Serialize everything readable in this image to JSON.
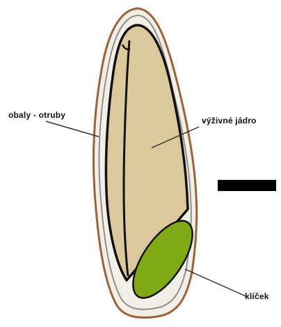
{
  "labels": {
    "bran": "obaly - otruby",
    "endosperm": "výživné jádro",
    "germ": "klíček"
  },
  "colors": {
    "outer_coat": "#a0603a",
    "coat_fill": "#f2efe7",
    "endosperm": "#dbc89b",
    "germ": "#7faa14",
    "outline": "#111111",
    "leader": "#333333",
    "bar": "#000000"
  }
}
